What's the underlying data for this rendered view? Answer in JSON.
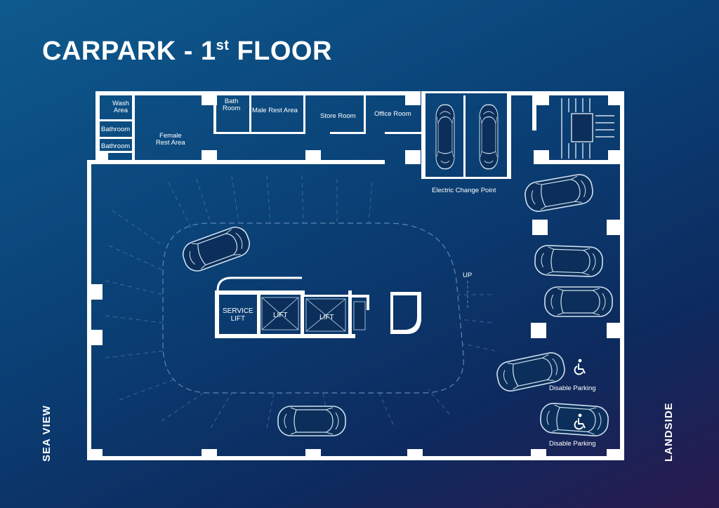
{
  "header": {
    "title_main": "CARPARK - 1",
    "title_sup": "st",
    "title_end": " FLOOR"
  },
  "sides": {
    "left": "SEA VIEW",
    "right": "LANDSIDE"
  },
  "rooms": {
    "wash": "Wash\nArea",
    "bath1": "Bathroom",
    "bath2": "Bathroom",
    "female": "Female\nRest Area",
    "bathroom_small": "Bath\nRoom",
    "male": "Male Rest Area",
    "store": "Store Room",
    "office": "Office Room",
    "electric": "Electric Change Point"
  },
  "lifts": {
    "service": "SERVICE\nLIFT",
    "lift1": "LIFT",
    "lift2": "LIFT"
  },
  "ramp": {
    "up": "UP"
  },
  "parking": {
    "disable1": "Disable Parking",
    "disable2": "Disable Parking"
  },
  "icons": {
    "disabled": "wheelchair-icon",
    "car": "car-icon"
  },
  "colors": {
    "wall": "#ffffff",
    "bg_start": "#0e5a8e",
    "bg_end": "#0d2a5e"
  }
}
